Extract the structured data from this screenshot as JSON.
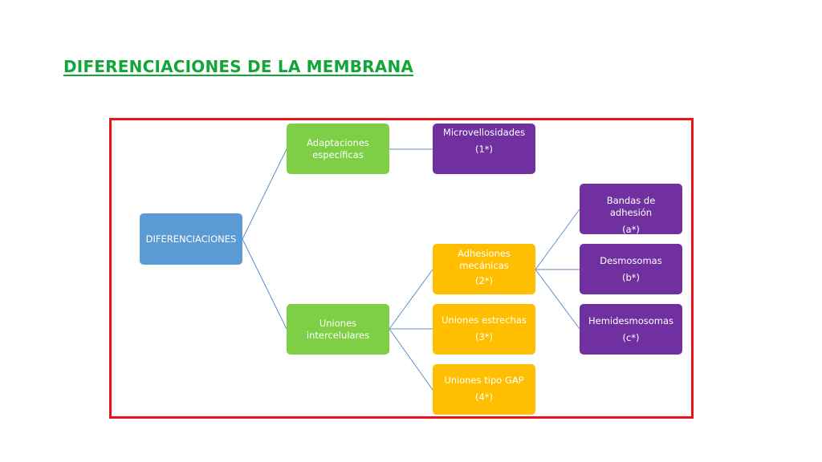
{
  "title": "DIFERENCIACIONES DE LA MEMBRANA",
  "colors": {
    "title": "#12a538",
    "frame": "#e8141b",
    "root": "#5b9bd5",
    "level1": "#7fcf46",
    "level2": "#ffbf00",
    "level3": "#7030a0",
    "connector": "#5b8fc9"
  },
  "nodes": {
    "root": {
      "label": "DIFERENCIACIONES"
    },
    "adaptaciones": {
      "label": "Adaptaciones específicas"
    },
    "uniones": {
      "label": "Uniones intercelulares"
    },
    "microvellosidades": {
      "label": "Microvellosidades",
      "ref": "(1*)"
    },
    "adhesiones": {
      "label": "Adhesiones mecánicas",
      "ref": "(2*)"
    },
    "estrechas": {
      "label": "Uniones estrechas",
      "ref": "(3*)"
    },
    "gap": {
      "label": "Uniones tipo GAP",
      "ref": "(4*)"
    },
    "bandas": {
      "label": "Bandas de adhesión",
      "ref": "(a*)"
    },
    "desmosomas": {
      "label": "Desmosomas",
      "ref": "(b*)"
    },
    "hemidesmosomas": {
      "label": "Hemidesmosomas",
      "ref": "(c*)"
    }
  }
}
